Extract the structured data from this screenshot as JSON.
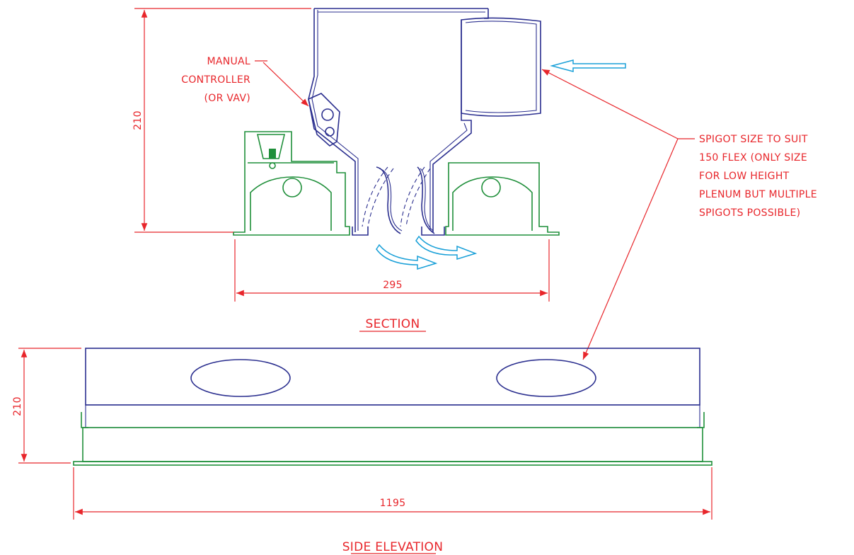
{
  "section": {
    "controller_label_lines": [
      "MANUAL",
      "CONTROLLER",
      "(OR VAV)"
    ],
    "spigot_label_lines": [
      "SPIGOT SIZE TO SUIT",
      "150 FLEX (ONLY SIZE",
      "FOR LOW HEIGHT",
      "PLENUM BUT MULTIPLE",
      "SPIGOTS POSSIBLE)"
    ],
    "height_dim": "210",
    "width_dim": "295",
    "title": "SECTION"
  },
  "elevation": {
    "height_dim": "210",
    "length_dim": "1195",
    "title": "SIDE ELEVATION"
  },
  "colors": {
    "dimension": "#e8262b",
    "plenum": "#2b2f8f",
    "frame": "#1f8f3a",
    "airflow": "#1aa0d8"
  }
}
